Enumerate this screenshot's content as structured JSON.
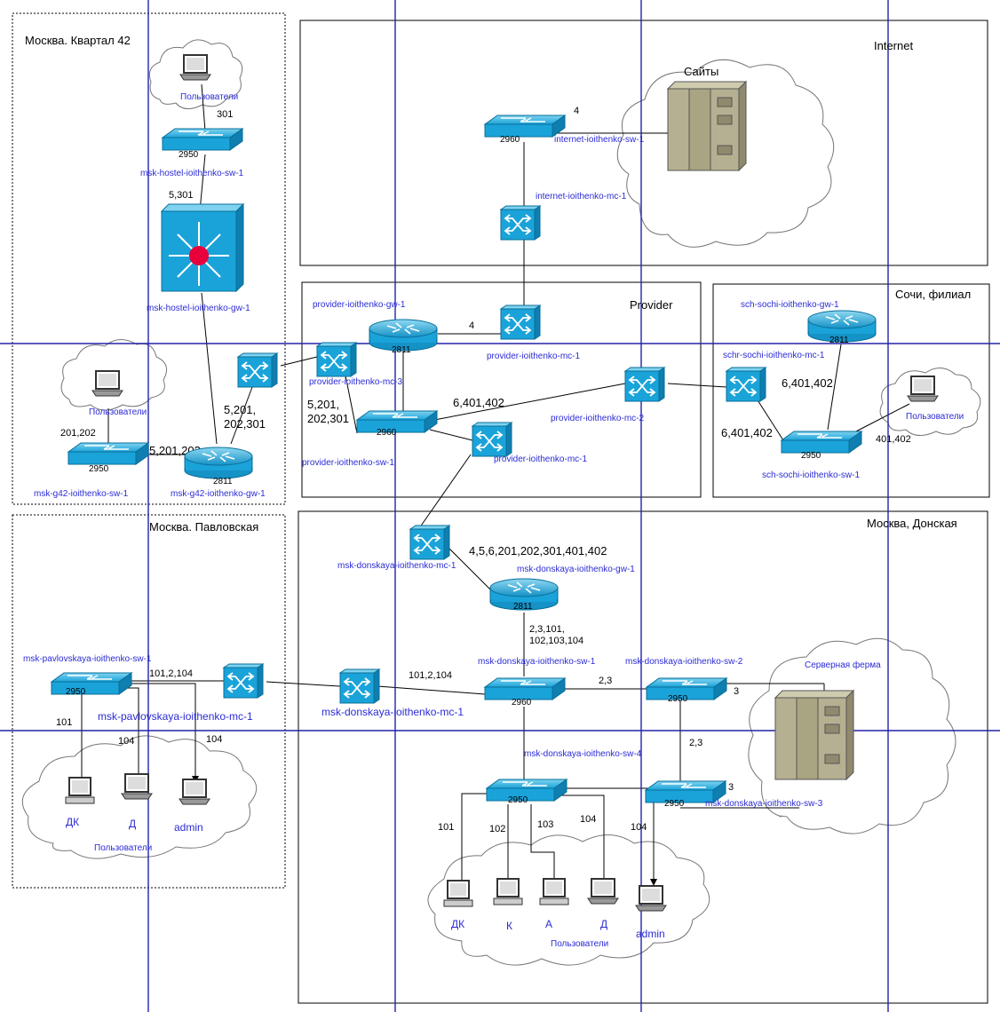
{
  "zones": {
    "kvartal42": "Москва. Квартал 42",
    "internet": "Internet",
    "sites": "Сайты",
    "provider": "Provider",
    "sochi": "Сочи, филиал",
    "pavlovskaya": "Москва. Павловская",
    "donskaya": "Москва, Донская",
    "server_farm": "Серверная ферма"
  },
  "models": {
    "sw": "2950",
    "sw_internet": "2960",
    "router": "2811"
  },
  "devices": {
    "hostel_sw": "msk-hostel-ioithenko-sw-1",
    "hostel_gw": "msk-hostel-ioithenko-gw-1",
    "g42_sw": "msk-g42-ioithenko-sw-1",
    "g42_gw": "msk-g42-ioithenko-gw-1",
    "internet_sw": "internet-ioithenko-sw-1",
    "internet_mc": "internet-ioithenko-mc-1",
    "provider_gw": "provider-ioithenko-gw-1",
    "provider_mc1": "provider-ioithenko-mc-1",
    "provider_mc1b": "provider-ioithenko-mc-1",
    "provider_mc2": "provider-ioithenko-mc-2",
    "provider_mc3": "provider-ioithenko-mc-3",
    "provider_sw": "provider-ioithenko-sw-1",
    "sochi_gw": "sch-sochi-ioithenko-gw-1",
    "sochi_mc": "schr-sochi-ioithenko-mc-1",
    "sochi_sw": "sch-sochi-ioithenko-sw-1",
    "donskaya_mc1": "msk-donskaya-ioithenko-mc-1",
    "donskaya_mc1b": "msk-donskaya-ioithenko-mc-1",
    "donskaya_gw": "msk-donskaya-ioithenko-gw-1",
    "donskaya_sw1": "msk-donskaya-ioithenko-sw-1",
    "donskaya_sw2": "msk-donskaya-ioithenko-sw-2",
    "donskaya_sw3": "msk-donskaya-ioithenko-sw-3",
    "donskaya_sw4": "msk-donskaya-ioithenko-sw-4",
    "pavlovskaya_sw": "msk-pavlovskaya-ioithenko-sw-1",
    "pavlovskaya_mc": "msk-pavlovskaya-ioithenko-mc-1"
  },
  "users": {
    "label": "Пользователи",
    "dk": "ДК",
    "d": "Д",
    "admin": "admin",
    "k": "К",
    "a": "А"
  },
  "vlans": {
    "hostel_users": "301",
    "hostel_uplink": "5,301",
    "g42_users": "201,202",
    "g42_sw_gw": "5,201,202",
    "g42_uplink_1": "5,201,",
    "g42_uplink_2": "202,301",
    "internet": "4",
    "provider_gw_mc": "4",
    "provider_sw_1": "5,201,",
    "provider_sw_2": "202,301",
    "provider_mc2": "6,401,402",
    "sochi_gw": "6,401,402",
    "sochi_mc": "6,401,402",
    "sochi_users": "401,402",
    "donskaya_trunk": "4,5,6,201,202,301,401,402",
    "donskaya_gw_sw_1": "2,3,101,",
    "donskaya_gw_sw_2": "102,103,104",
    "donskaya_mc": "101,2,104",
    "pavlovskaya_mc": "101,2,104",
    "donskaya_sw1_sw2": "2,3",
    "donskaya_sw2_farm": "3",
    "donskaya_sw2_sw3": "2,3",
    "donskaya_sw3_farm": "3",
    "v101": "101",
    "v102": "102",
    "v103": "103",
    "v104": "104"
  },
  "colors": {
    "device": "#1aa3d9",
    "device_dark": "#0a6f99",
    "grid": "#2222aa",
    "label": "#2b2bd6",
    "router_red": "#e8003c",
    "server": "#b5b091"
  }
}
